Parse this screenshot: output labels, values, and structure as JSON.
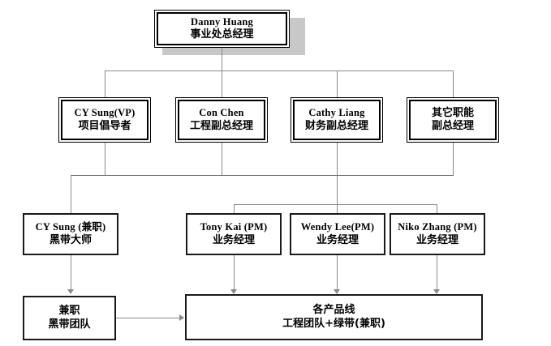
{
  "diagram": {
    "title_node": {
      "name": "Danny Huang",
      "role": "事业处总经理"
    },
    "vp_row": [
      {
        "name": "CY Sung(VP)",
        "role": "项目倡导者"
      },
      {
        "name": "Con Chen",
        "role": "工程副总经理"
      },
      {
        "name": "Cathy Liang",
        "role": "财务副总经理"
      },
      {
        "name": "其它职能",
        "role": "副总经理"
      }
    ],
    "mid_row": [
      {
        "name": "CY Sung (兼职)",
        "role": "黑带大师"
      },
      {
        "name": "Tony Kai (PM)",
        "role": "业务经理"
      },
      {
        "name": "Wendy Lee(PM)",
        "role": "业务经理"
      },
      {
        "name": "Niko Zhang (PM)",
        "role": "业务经理"
      }
    ],
    "bottom_row": [
      {
        "name": "兼职",
        "role": "黑带团队"
      },
      {
        "name": "各产品线",
        "role": "工程团队+绿带(兼职)"
      }
    ],
    "colors": {
      "line": "#8a8a8a",
      "border": "#000000",
      "shadow": "#c8c8c8",
      "background": "#ffffff"
    }
  }
}
